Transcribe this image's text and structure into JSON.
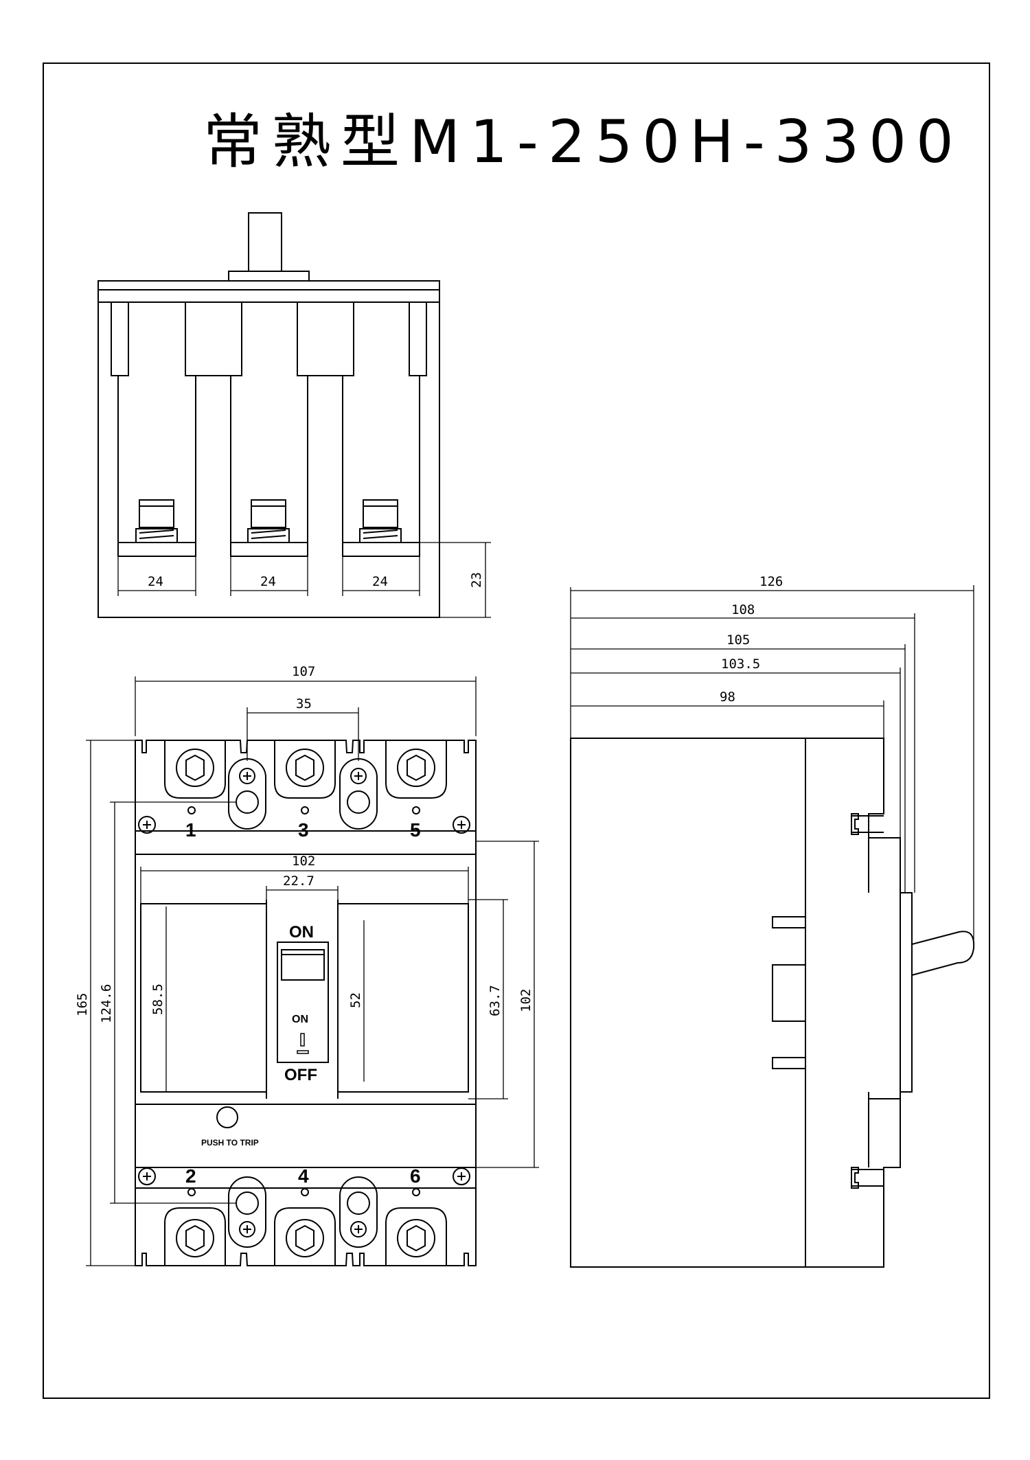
{
  "title": "常熟型M1-250H-3300",
  "top_view": {
    "dims": {
      "pitch_a": "24",
      "pitch_b": "24",
      "pitch_c": "24",
      "depth": "23"
    }
  },
  "front_view": {
    "dims": {
      "width_total": "107",
      "pole_pitch": "35",
      "height_total": "165",
      "height_mount": "124.6",
      "cover_width": "102",
      "handle_window": "22.7",
      "window_h_left": "58.5",
      "window_h_handle": "52",
      "window_h_right": "63.7",
      "cover_height": "102"
    },
    "terminals_top": [
      "1",
      "3",
      "5"
    ],
    "terminals_bottom": [
      "2",
      "4",
      "6"
    ],
    "handle": {
      "on_label": "ON",
      "off_label": "OFF",
      "on_small": "ON",
      "mark": "I"
    },
    "push_to_trip": "PUSH TO TRIP"
  },
  "side_view": {
    "dims": {
      "d126": "126",
      "d108": "108",
      "d105": "105",
      "d1035": "103.5",
      "d98": "98"
    }
  }
}
